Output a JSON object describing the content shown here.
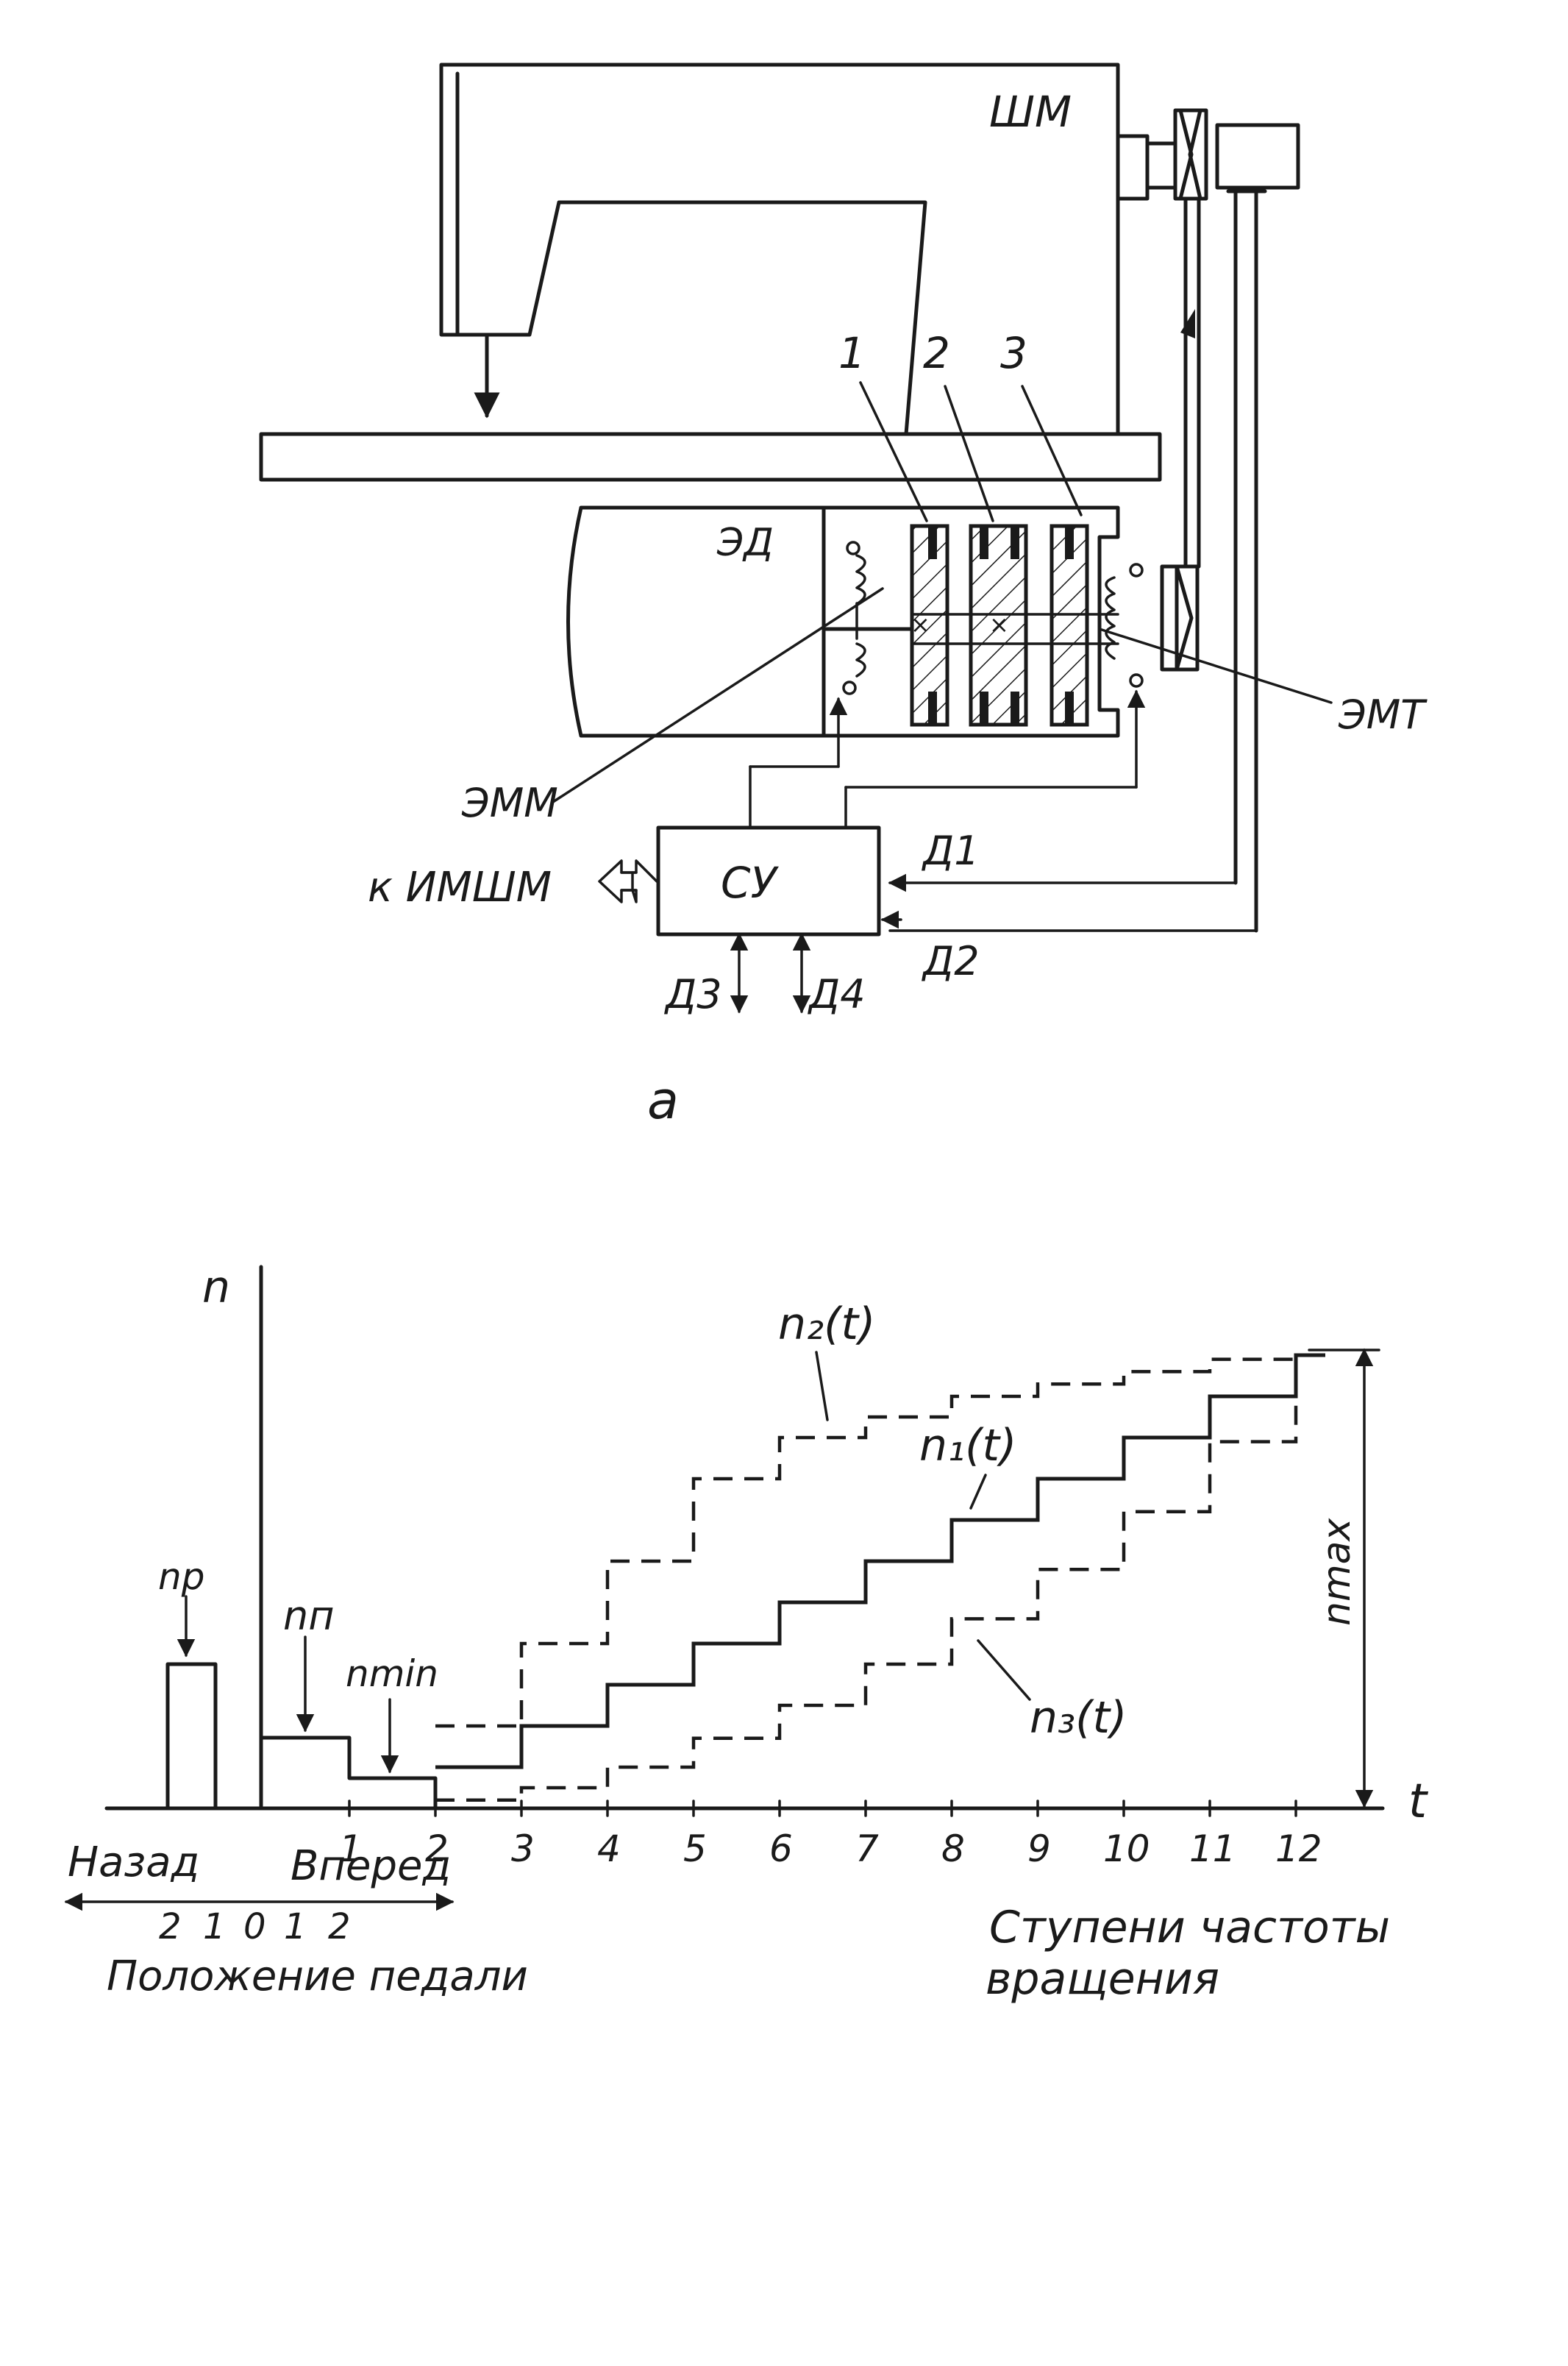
{
  "diagram_a": {
    "machine_label": "ШМ",
    "motor_label": "ЭД",
    "part_1": "1",
    "part_2": "2",
    "part_3": "3",
    "emm_label": "ЭММ",
    "emt_label": "ЭМТ",
    "control_label": "СУ",
    "to_imshm_label": "к ИМШМ",
    "d1_label": "Д1",
    "d2_label": "Д2",
    "d3_label": "Д3",
    "d4_label": "Д4",
    "caption": "а"
  },
  "chart_b": {
    "y_axis_label": "n",
    "t_axis_label": "t",
    "n_p_label": "nр",
    "n_n_label": "nп",
    "n_min_label": "nmin",
    "n_max_label": "nmax",
    "n1_label": "n₁(t)",
    "n2_label": "n₂(t)",
    "n3_label": "n₃(t)",
    "back_label": "Назад",
    "forward_label": "Вперед",
    "pedal_label": "Положение педали",
    "steps_label_line1": "Ступени частоты",
    "steps_label_line2": "вращения",
    "pedal_ticks": [
      "2",
      "1",
      "0",
      "1",
      "2"
    ],
    "x_ticks": [
      "1",
      "2",
      "3",
      "4",
      "5",
      "6",
      "7",
      "8",
      "9",
      "10",
      "11",
      "12"
    ]
  },
  "chart_data": {
    "type": "line",
    "x": [
      2,
      3,
      4,
      5,
      6,
      7,
      8,
      9,
      10,
      11,
      12
    ],
    "series": [
      {
        "name": "n₁(t)",
        "values": [
          1,
          2,
          3,
          4,
          5,
          6,
          7,
          8,
          9,
          10,
          11
        ]
      },
      {
        "name": "n₂(t)",
        "values": [
          2,
          4,
          6,
          8,
          9,
          9.5,
          10,
          10.3,
          10.6,
          10.9,
          11
        ]
      },
      {
        "name": "n₃(t)",
        "values": [
          0.2,
          0.5,
          1,
          1.7,
          2.5,
          3.5,
          4.6,
          5.8,
          7.2,
          8.9,
          11
        ]
      }
    ],
    "xlabel": "Ступени частоты вращения",
    "ylabel": "n"
  }
}
